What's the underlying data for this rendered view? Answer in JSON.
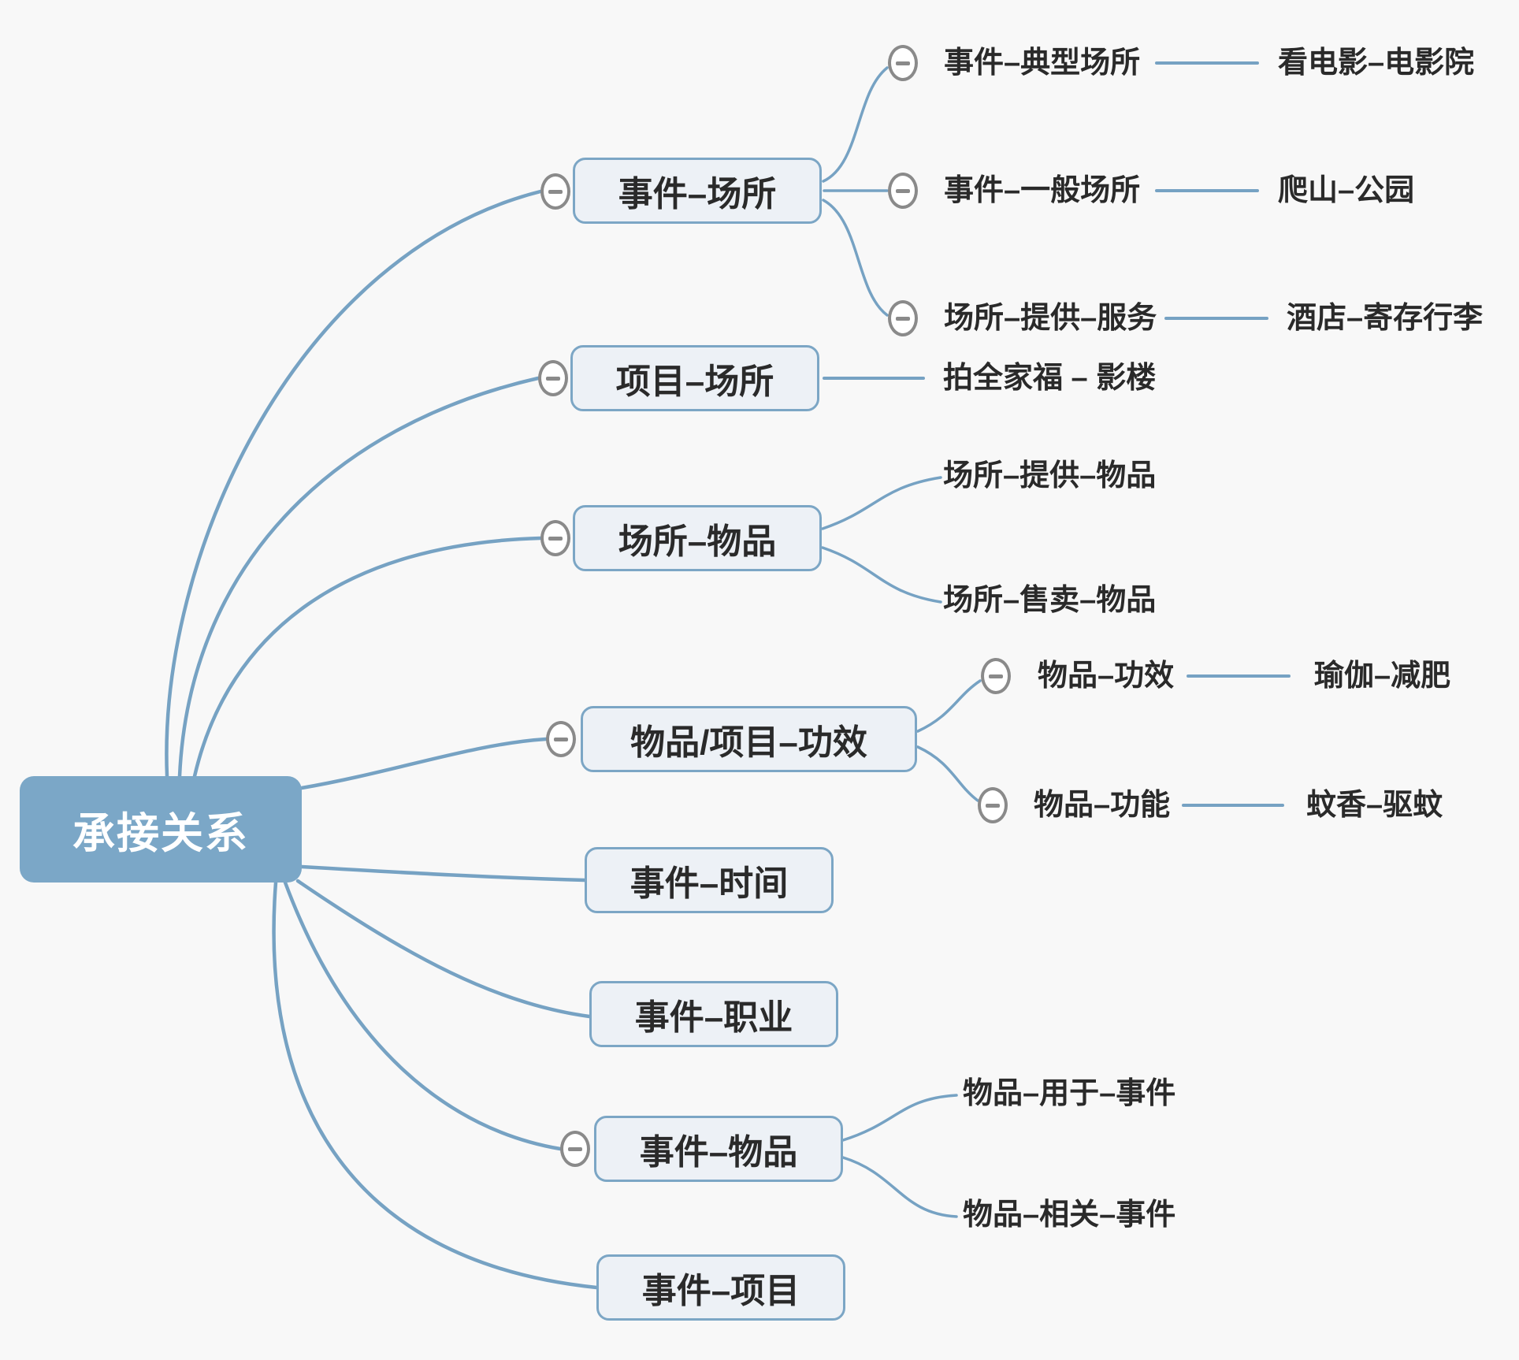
{
  "background": "#F8F8F8",
  "colors": {
    "branch_line": "#76A2C3",
    "root_fill": "#7BA7C7",
    "root_text": "#FFFFFF",
    "node_fill": "#EDF1F6",
    "node_border": "#7CA6C5",
    "node_text": "#2A2A2A",
    "collapse_icon_gray": "#8A8A8A"
  },
  "icons": {
    "collapse": "minus-circle-icon"
  },
  "root": {
    "label": "承接关系"
  },
  "branches": [
    {
      "label": "事件–场所",
      "children": [
        {
          "label": "事件–典型场所",
          "example": "看电影–电影院"
        },
        {
          "label": "事件–一般场所",
          "example": "爬山–公园"
        },
        {
          "label": "场所–提供–服务",
          "example": "酒店–寄存行李"
        }
      ]
    },
    {
      "label": "项目–场所",
      "example": "拍全家福 – 影楼"
    },
    {
      "label": "场所–物品",
      "children": [
        {
          "label": "场所–提供–物品"
        },
        {
          "label": "场所–售卖–物品"
        }
      ]
    },
    {
      "label": "物品/项目–功效",
      "children": [
        {
          "label": "物品–功效",
          "example": "瑜伽–减肥"
        },
        {
          "label": "物品–功能",
          "example": "蚊香–驱蚊"
        }
      ]
    },
    {
      "label": "事件–时间"
    },
    {
      "label": "事件–职业"
    },
    {
      "label": "事件–物品",
      "children": [
        {
          "label": "物品–用于–事件"
        },
        {
          "label": "物品–相关–事件"
        }
      ]
    },
    {
      "label": "事件–项目"
    }
  ]
}
